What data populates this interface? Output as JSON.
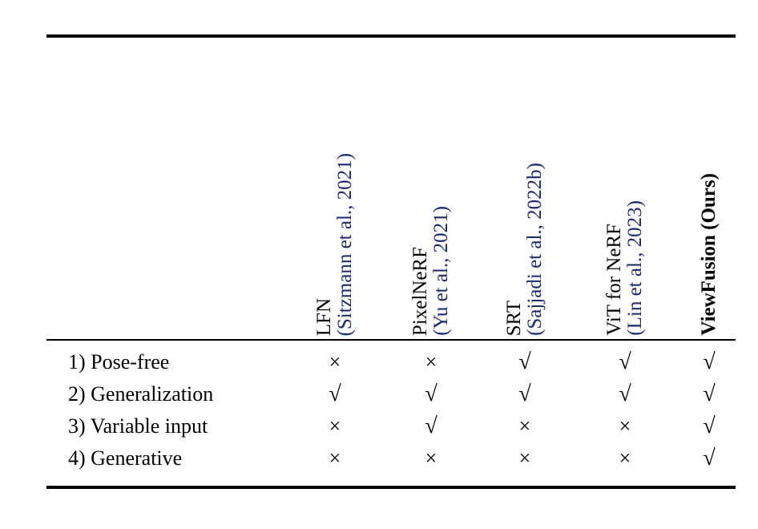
{
  "figure": {
    "kind": "comparison-table",
    "accent_blue": "#1a2a6e",
    "text_color": "#000000",
    "background": "#ffffff",
    "check_glyph": "√",
    "cross_glyph": "×"
  },
  "columns": [
    {
      "id": "lfn",
      "name": "LFN",
      "citation": "(Sitzmann et al., 2021)",
      "bold": false
    },
    {
      "id": "pixelnerf",
      "name": "PixelNeRF",
      "citation": "(Yu et al., 2021)",
      "bold": false
    },
    {
      "id": "srt",
      "name": "SRT",
      "citation": "(Sajjadi et al., 2022b)",
      "bold": false
    },
    {
      "id": "vitnerf",
      "name": "ViT for NeRF",
      "citation": "(Lin et al., 2023)",
      "bold": false
    },
    {
      "id": "viewfusion",
      "name": "ViewFusion (Ours)",
      "citation": "",
      "bold": true
    }
  ],
  "rows": [
    {
      "label": "1) Pose-free",
      "cells": [
        "×",
        "×",
        "√",
        "√",
        "√"
      ]
    },
    {
      "label": "2) Generalization",
      "cells": [
        "√",
        "√",
        "√",
        "√",
        "√"
      ]
    },
    {
      "label": "3) Variable input",
      "cells": [
        "×",
        "√",
        "×",
        "×",
        "√"
      ]
    },
    {
      "label": "4) Generative",
      "cells": [
        "×",
        "×",
        "×",
        "×",
        "√"
      ]
    }
  ]
}
